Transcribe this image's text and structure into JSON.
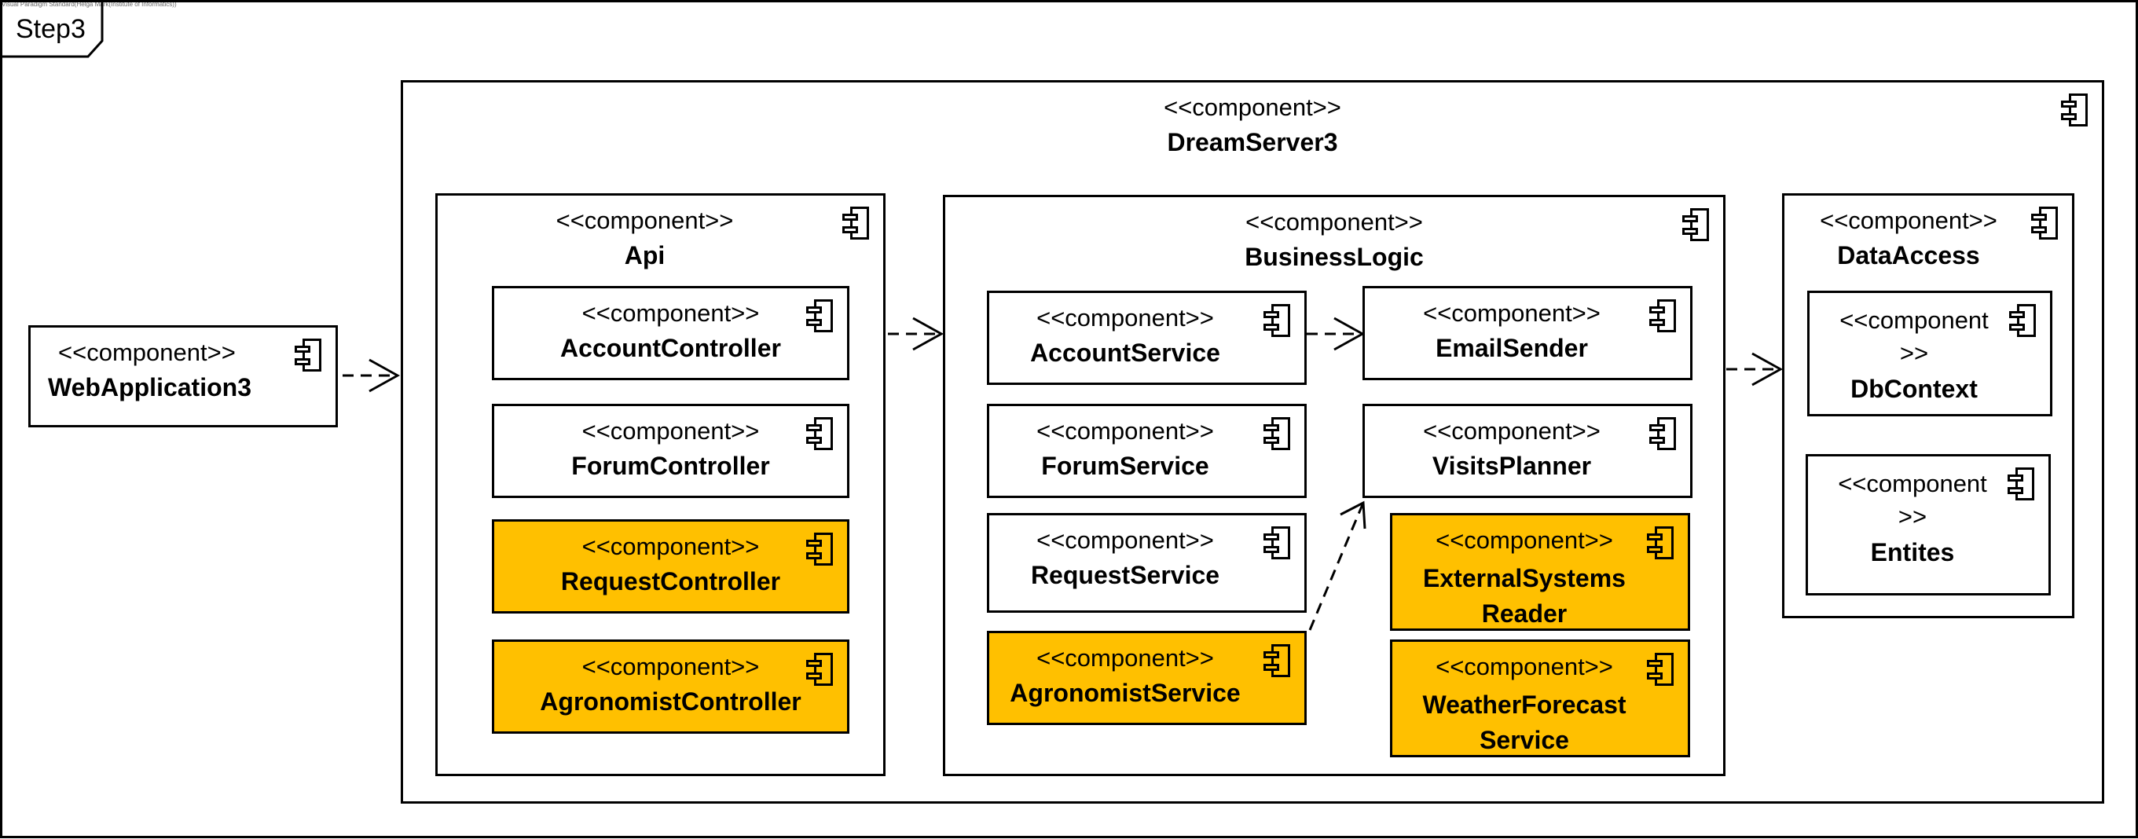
{
  "watermark": "Visual Paradigm Standard(Helga Mark(Institute of Informatics))",
  "frame": {
    "label": "Step3"
  },
  "components": {
    "webapp": {
      "stereotype": "<<component>>",
      "name": "WebApplication3"
    },
    "dreamserver": {
      "stereotype": "<<component>>",
      "name": "DreamServer3"
    },
    "api": {
      "stereotype": "<<component>>",
      "name": "Api"
    },
    "account_controller": {
      "stereotype": "<<component>>",
      "name": "AccountController"
    },
    "forum_controller": {
      "stereotype": "<<component>>",
      "name": "ForumController"
    },
    "request_controller": {
      "stereotype": "<<component>>",
      "name": "RequestController"
    },
    "agronomist_controller": {
      "stereotype": "<<component>>",
      "name": "AgronomistController"
    },
    "business_logic": {
      "stereotype": "<<component>>",
      "name": "BusinessLogic"
    },
    "account_service": {
      "stereotype": "<<component>>",
      "name": "AccountService"
    },
    "forum_service": {
      "stereotype": "<<component>>",
      "name": "ForumService"
    },
    "request_service": {
      "stereotype": "<<component>>",
      "name": "RequestService"
    },
    "agronomist_service": {
      "stereotype": "<<component>>",
      "name": "AgronomistService"
    },
    "email_sender": {
      "stereotype": "<<component>>",
      "name": "EmailSender"
    },
    "visits_planner": {
      "stereotype": "<<component>>",
      "name": "VisitsPlanner"
    },
    "external_systems_reader": {
      "stereotype": "<<component>>",
      "name": "ExternalSystems\nReader"
    },
    "weather_forecast_service": {
      "stereotype": "<<component>>",
      "name": "WeatherForecast\nService"
    },
    "data_access": {
      "stereotype": "<<component>>",
      "name": "DataAccess"
    },
    "db_context": {
      "stereotype": "<<component\n>>",
      "name": "DbContext"
    },
    "entites": {
      "stereotype": "<<component\n>>",
      "name": "Entites"
    }
  },
  "colors": {
    "highlight": "#ffc000",
    "line": "#000000",
    "background": "#ffffff"
  }
}
